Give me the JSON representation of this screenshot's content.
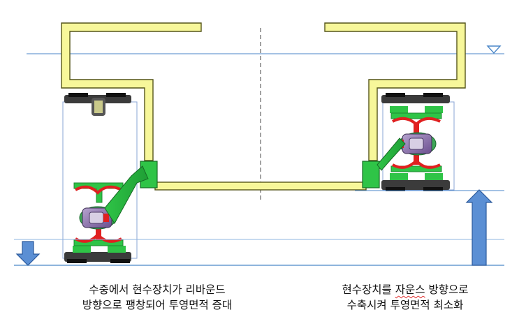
{
  "captions": {
    "left": {
      "line1": "수중에서 현수장치가 리바운드",
      "line2": "방향으로 팽창되어 투영면적 증대"
    },
    "right": {
      "line1_a": "현수장치를 ",
      "line1_b": "자운스",
      "line1_c": " 방향으로",
      "line2": "수축시켜 투영면적 최소화"
    }
  },
  "icons": {
    "water_level": "water-level-triangle-icon",
    "down_arrow": "down-arrow-icon",
    "up_arrow": "up-arrow-icon"
  },
  "colors": {
    "frame_fill": "#f7f79a",
    "frame_stroke": "#55551a",
    "wheel_green": "#22cc33",
    "wheel_red": "#e02020",
    "hub_purple": "#8a6aa8",
    "arrow_blue": "#5b8fd4",
    "water_line": "#4a86c8"
  }
}
